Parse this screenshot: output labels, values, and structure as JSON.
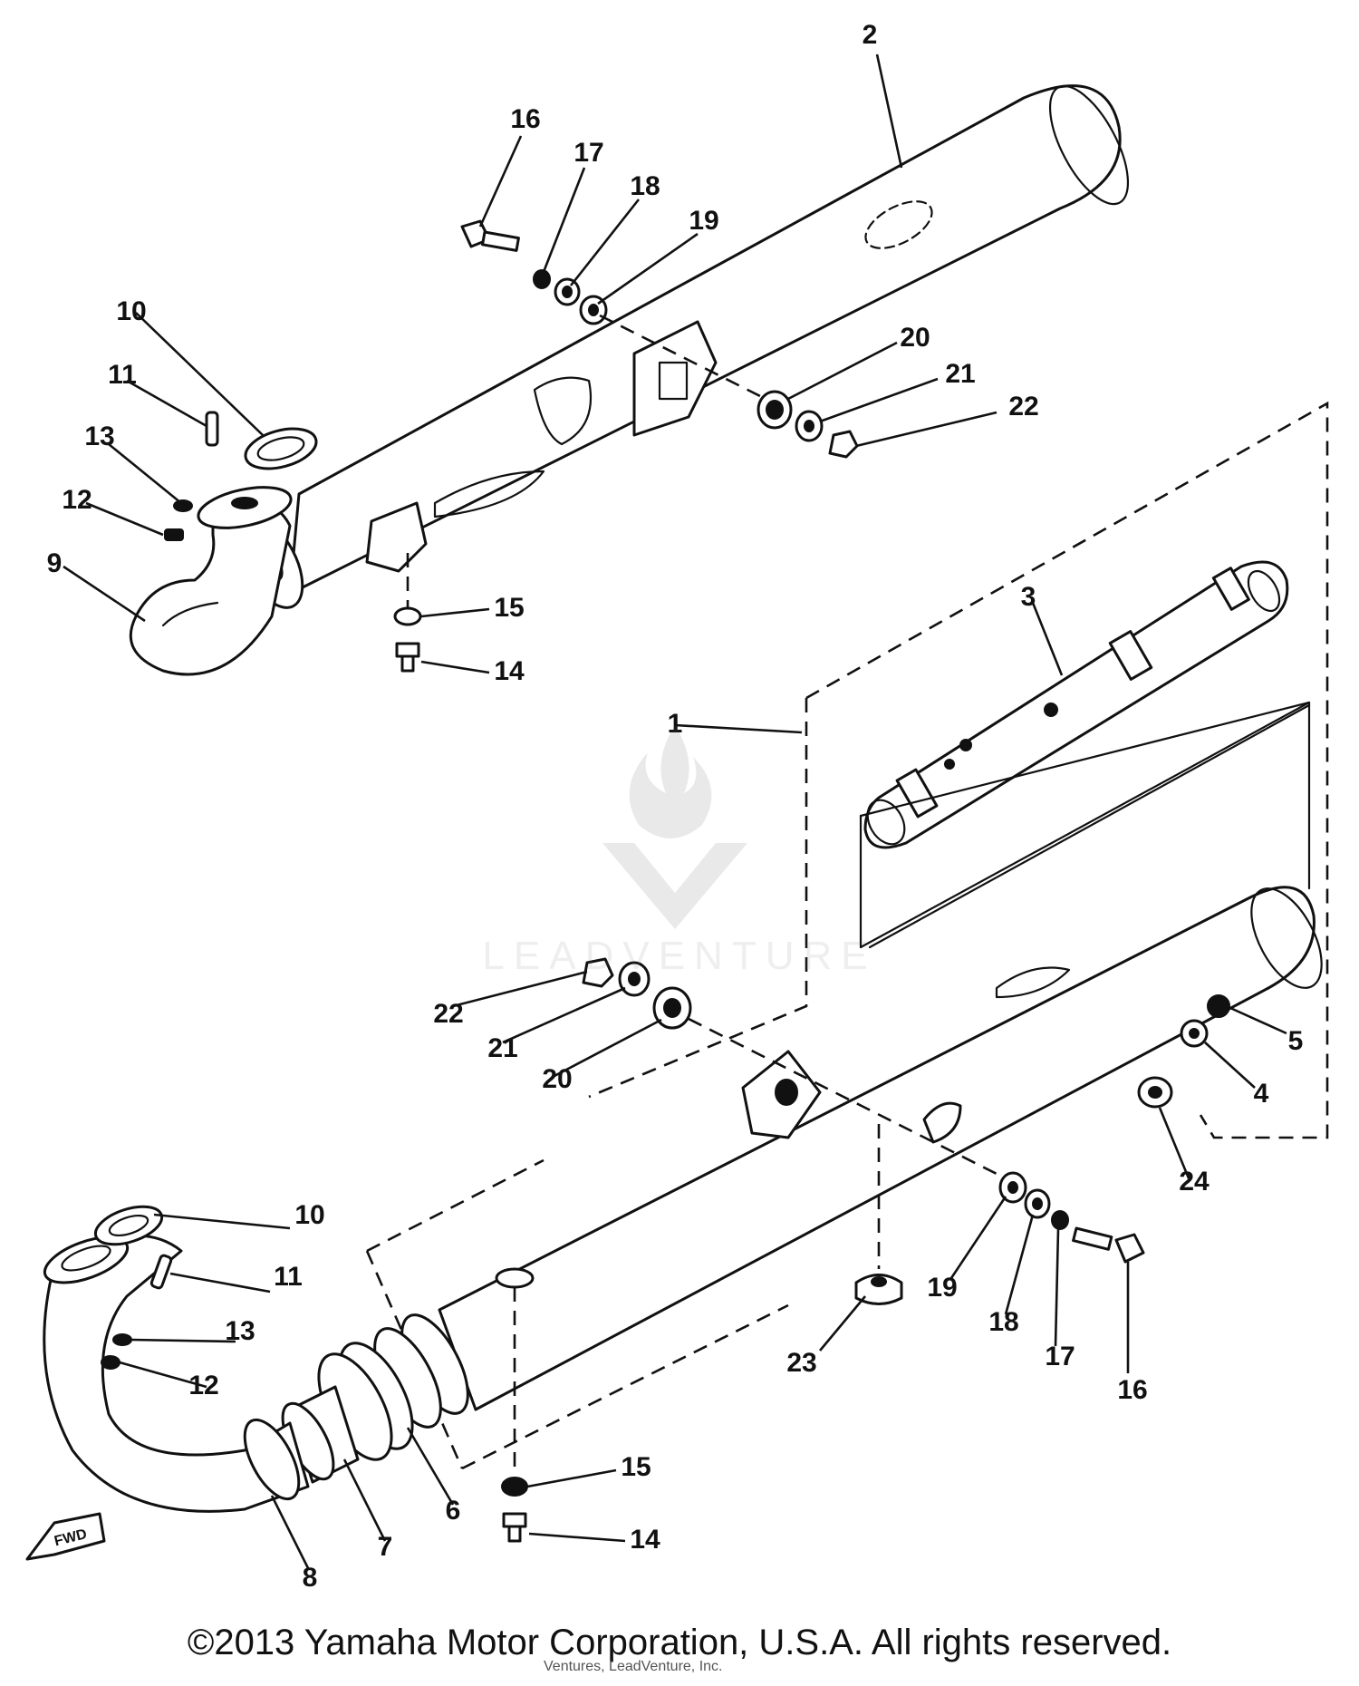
{
  "callouts": {
    "c1": "1",
    "c2": "2",
    "c3": "3",
    "c4": "4",
    "c5": "5",
    "c6": "6",
    "c7": "7",
    "c8": "8",
    "c9": "9",
    "c10a": "10",
    "c10b": "10",
    "c11a": "11",
    "c11b": "11",
    "c12a": "12",
    "c12b": "12",
    "c13a": "13",
    "c13b": "13",
    "c14a": "14",
    "c14b": "14",
    "c15a": "15",
    "c15b": "15",
    "c16a": "16",
    "c16b": "16",
    "c17a": "17",
    "c17b": "17",
    "c18a": "18",
    "c18b": "18",
    "c19a": "19",
    "c19b": "19",
    "c20a": "20",
    "c20b": "20",
    "c21a": "21",
    "c21b": "21",
    "c22a": "22",
    "c22b": "22",
    "c23": "23",
    "c24": "24"
  },
  "front_marker": "FWD",
  "watermark_text": "LEADVENTURE",
  "copyright": "©2013 Yamaha Motor Corporation, U.S.A. All rights reserved.",
  "copyright_sub": "Ventures, LeadVenture, Inc."
}
